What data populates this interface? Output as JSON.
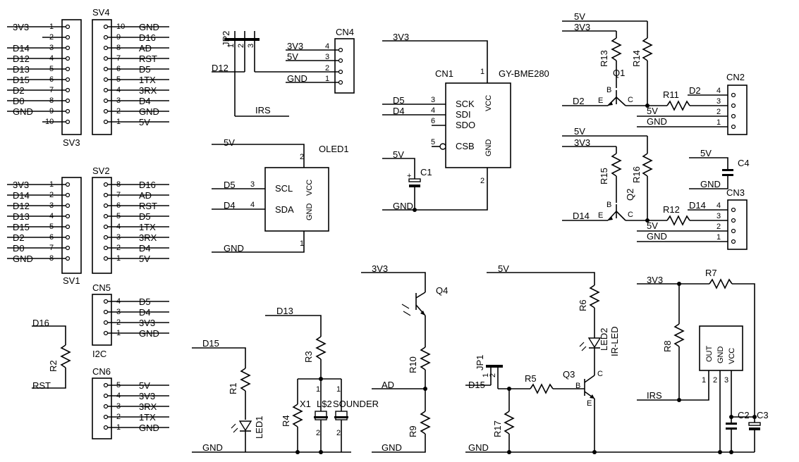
{
  "headers": [
    {
      "id": "sv3",
      "ref": "SV3",
      "names": [
        "3V3",
        "",
        "D14",
        "D12",
        "D13",
        "D15",
        "D2",
        "D0",
        "GND",
        ""
      ]
    },
    {
      "id": "sv4",
      "ref": "SV4",
      "names": [
        "GND",
        "D16",
        "AD",
        "RST",
        "D5",
        "1TX",
        "3RX",
        "D4",
        "GND",
        "5V"
      ],
      "nums": [
        "10",
        "9",
        "8",
        "7",
        "6",
        "5",
        "4",
        "3",
        "2",
        "1"
      ]
    },
    {
      "id": "sv1",
      "ref": "SV1",
      "names": [
        "3V3",
        "D14",
        "D12",
        "D13",
        "D15",
        "D2",
        "D0",
        "GND"
      ]
    },
    {
      "id": "sv2",
      "ref": "SV2",
      "names": [
        "D16",
        "AD",
        "RST",
        "D5",
        "1TX",
        "3RX",
        "D4",
        "5V"
      ],
      "nums": [
        "8",
        "7",
        "6",
        "5",
        "4",
        "3",
        "2",
        "1"
      ]
    },
    {
      "id": "cn5",
      "ref": "CN5",
      "sub": "I2C",
      "names": [
        "D5",
        "D4",
        "3V3",
        "GND"
      ],
      "nums": [
        "4",
        "3",
        "2",
        "1"
      ]
    },
    {
      "id": "cn6",
      "ref": "CN6",
      "names": [
        "5V",
        "3V3",
        "3RX",
        "1TX",
        "GND"
      ],
      "nums": [
        "5",
        "4",
        "3",
        "2",
        "1"
      ]
    }
  ],
  "jp2": {
    "ref": "JP2",
    "pins": [
      "1",
      "2",
      "3"
    ],
    "net_left": "D12",
    "net_bottom": "IRS"
  },
  "cn4": {
    "ref": "CN4",
    "names": [
      "3V3",
      "5V",
      "",
      "GND"
    ],
    "nums": [
      "4",
      "3",
      "2",
      "1"
    ]
  },
  "oled": {
    "ref": "OLED1",
    "pins": [
      "SCL",
      "SDA",
      "VCC",
      "GND"
    ],
    "nets": [
      "5V",
      "D5",
      "D4",
      "GND"
    ],
    "nums": [
      "2",
      "3",
      "4",
      "1"
    ]
  },
  "bme": {
    "ref": "CN1",
    "part": "GY-BME280",
    "pins": [
      "SCK",
      "SDI",
      "SDO",
      "CSB",
      "VCC",
      "GND"
    ],
    "nets": [
      "3V3",
      "D5",
      "D4",
      "5V",
      "GND"
    ],
    "nums": [
      "3",
      "4",
      "6",
      "5",
      "1",
      "2"
    ],
    "cap": "C1"
  },
  "q1": {
    "q": "Q1",
    "r_base": "R13",
    "r_col": "R14",
    "r_ser": "R11",
    "cn": "CN2",
    "nets": [
      "5V",
      "3V3",
      "D2",
      "D2",
      "5V",
      "GND"
    ],
    "cn_nums": [
      "4",
      "3",
      "2",
      "1"
    ]
  },
  "q2": {
    "q": "Q2",
    "r_base": "R15",
    "r_col": "R16",
    "r_ser": "R12",
    "cn": "CN3",
    "nets": [
      "5V",
      "3V3",
      "D14",
      "D14",
      "5V",
      "GND",
      "5V",
      "GND"
    ],
    "cn_nums": [
      "4",
      "3",
      "2",
      "1"
    ],
    "cap": "C4"
  },
  "pin_letters": {
    "b": "B",
    "c": "C",
    "e": "E"
  },
  "rst": {
    "ref": "R2",
    "top": "D16",
    "bottom": "RST"
  },
  "led1": {
    "r": "R1",
    "led": "LED1",
    "net_top": "D15",
    "net_gnd": "GND"
  },
  "buzzer": {
    "r3": "R3",
    "r4": "R4",
    "x1": "X1",
    "sounder": "SOUNDER",
    "lbl2": "L$2",
    "net_top": "D13",
    "nums": [
      "1",
      "2",
      "1",
      "2"
    ]
  },
  "ldr": {
    "q": "Q4",
    "r10": "R10",
    "r9": "R9",
    "nets": [
      "3V3",
      "AD",
      "GND"
    ]
  },
  "ir": {
    "jp": "JP1",
    "jp_pins": [
      "1",
      "2"
    ],
    "r5": "R5",
    "r17": "R17",
    "r6": "R6",
    "q": "Q3",
    "led": "LED2",
    "led_val": "IR-LED",
    "nets": [
      "5V",
      "D15",
      "GND"
    ]
  },
  "irs": {
    "r7": "R7",
    "r8": "R8",
    "c2": "C2",
    "c3": "C3",
    "pins": [
      "OUT",
      "GND",
      "VCC"
    ],
    "nums": [
      "1",
      "2",
      "3"
    ],
    "nets": [
      "3V3",
      "IRS"
    ]
  }
}
